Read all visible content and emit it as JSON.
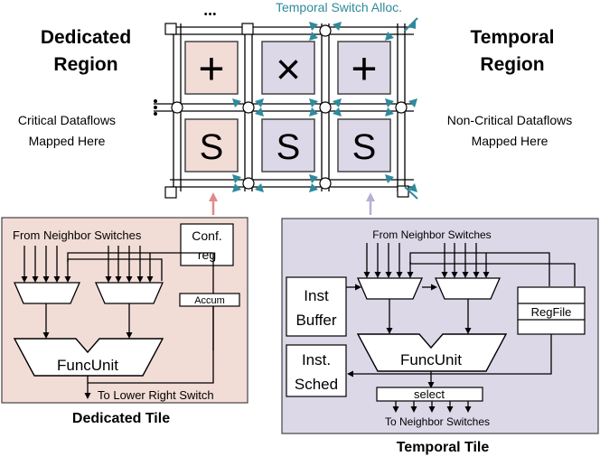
{
  "top": {
    "temporal_switch_alloc": "Temporal Switch Alloc.",
    "dedicated_region": [
      "Dedicated",
      "Region"
    ],
    "temporal_region": [
      "Temporal",
      "Region"
    ],
    "critical_note": [
      "Critical Dataflows",
      "Mapped Here"
    ],
    "noncritical_note": [
      "Non-Critical Dataflows",
      "Mapped Here"
    ],
    "ellipsis": "•••"
  },
  "grid": {
    "fu_ops": [
      "+",
      "×",
      "+"
    ],
    "switch_label": "S"
  },
  "dedicated_tile": {
    "from_neighbors": "From Neighbor Switches",
    "conf_reg": [
      "Conf.",
      "reg"
    ],
    "accum": "Accum",
    "func_unit": "FuncUnit",
    "to_lower_right": "To Lower Right Switch",
    "caption": "Dedicated Tile"
  },
  "temporal_tile": {
    "from_neighbors": "From Neighbor Switches",
    "inst_buffer": [
      "Inst",
      "Buffer"
    ],
    "inst_sched": [
      "Inst.",
      "Sched"
    ],
    "regfile": "RegFile",
    "func_unit": "FuncUnit",
    "select": "select",
    "to_neighbors": "To Neighbor Switches",
    "caption": "Temporal Tile"
  },
  "colors": {
    "dedicated_fill": "#f2dcd6",
    "temporal_fill": "#ddd8e8",
    "teal": "#2e8a9c",
    "pink_arrow": "#e08a8a",
    "lavender_arrow": "#b9aed6"
  }
}
